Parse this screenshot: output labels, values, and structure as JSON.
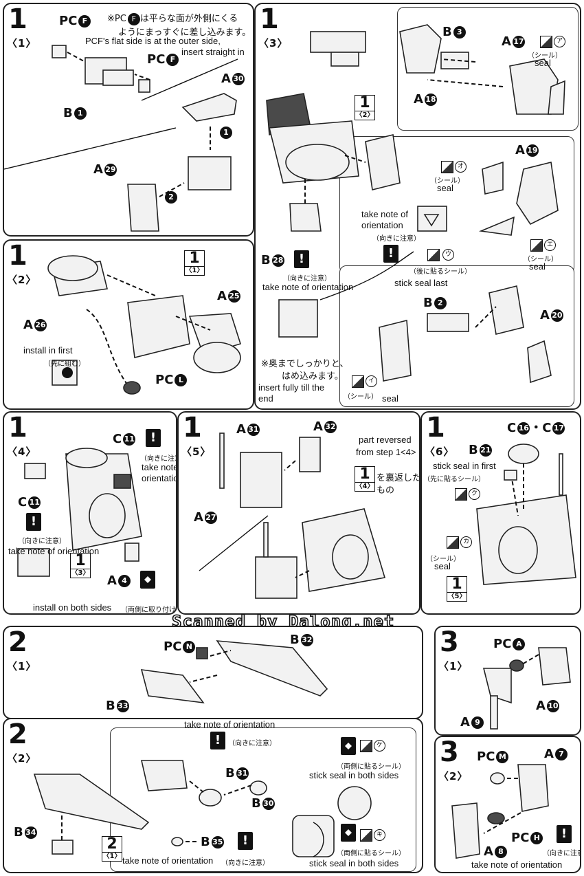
{
  "watermark": "Scanned by Dalong.net",
  "p1_1": {
    "step": "1",
    "sub": "〈1〉",
    "note_jp_1": "※PC",
    "note_jp_1_circ": "F",
    "note_jp_1_end": "は平らな面が外側にくる",
    "note_jp_2": "ようにまっすぐに差し込みます。",
    "note_en_1": "PCF's flat side is at the outer side,",
    "note_en_2": "insert straight in",
    "pc1": "PC",
    "pc1_id": "F",
    "pc2": "PC",
    "pc2_id": "F",
    "b1": "B",
    "b1_id": "1",
    "a30": "A",
    "a30_id": "30",
    "a29": "A",
    "a29_id": "29",
    "s1": "1",
    "s2": "2"
  },
  "p1_3": {
    "step": "1",
    "sub": "〈3〉",
    "b3": "B",
    "b3_id": "3",
    "a17": "A",
    "a17_id": "17",
    "a18": "A",
    "a18_id": "18",
    "seal_a": "ア",
    "seal_jp": "（シール）",
    "seal_en": "seal",
    "ref_n": "1",
    "ref_s": "〈2〉",
    "a19": "A",
    "a19_id": "19",
    "seal_o": "オ",
    "seal_o_jp": "（シール）",
    "seal_o_en": "seal",
    "orient_en": "take note of",
    "orient_en2": "orientation",
    "orient_jp": "（向きに注意）",
    "seal_e": "エ",
    "seal_e_jp": "（シール）",
    "seal_e_en": "seal",
    "seal_u": "ウ",
    "after_jp": "（後に貼るシール）",
    "after_en": "stick seal last",
    "b28": "B",
    "b28_id": "28",
    "b28_jp": "（向きに注意）",
    "b28_en": "take note of orientation",
    "b2": "B",
    "b2_id": "2",
    "a20": "A",
    "a20_id": "20",
    "insert_jp1": "※奥までしっかりと、",
    "insert_jp2": "はめ込みます。",
    "insert_en1": "insert fully till the",
    "insert_en2": "end",
    "seal_i": "イ",
    "seal_i_jp": "（シール）",
    "seal_i_en": "seal"
  },
  "p1_2": {
    "step": "1",
    "sub": "〈2〉",
    "ref_n": "1",
    "ref_s": "〈1〉",
    "a25": "A",
    "a25_id": "25",
    "a26": "A",
    "a26_id": "26",
    "first_en": "install in first",
    "first_jp": "（先に組む）",
    "pcl": "PC",
    "pcl_id": "L"
  },
  "p1_4": {
    "step": "1",
    "sub": "〈4〉",
    "c11a": "C",
    "c11a_id": "11",
    "c11a_jp": "（向きに注意）",
    "c11a_en1": "take note of",
    "c11a_en2": "orientation",
    "c11b": "C",
    "c11b_id": "11",
    "c11b_jp": "（向きに注意）",
    "c11b_en": "take note of orientation",
    "ref_n": "1",
    "ref_s": "〈3〉",
    "a4": "A",
    "a4_id": "4",
    "both_en": "install on both sides",
    "both_jp": "（両側に取り付ける）"
  },
  "p1_5": {
    "step": "1",
    "sub": "〈5〉",
    "a31": "A",
    "a31_id": "31",
    "a32": "A",
    "a32_id": "32",
    "a27": "A",
    "a27_id": "27",
    "rev_en1": "part reversed",
    "rev_en2": "from step 1<4>",
    "rev_jp1": "を裏返した",
    "rev_jp2": "もの",
    "ref_n": "1",
    "ref_s": "〈4〉"
  },
  "p1_6": {
    "step": "1",
    "sub": "〈6〉",
    "c16": "C",
    "c16_id": "16",
    "c17": "C",
    "c17_id": "17",
    "b21": "B",
    "b21_id": "21",
    "first_en": "stick seal in first",
    "first_jp": "（先に貼るシール）",
    "seal_ku": "ク",
    "seal_ka": "カ",
    "seal_jp": "（シール）",
    "seal_en": "seal",
    "ref_n": "1",
    "ref_s": "〈5〉"
  },
  "p2_1": {
    "step": "2",
    "sub": "〈1〉",
    "pcn": "PC",
    "pcn_id": "N",
    "b32": "B",
    "b32_id": "32",
    "b33": "B",
    "b33_id": "33"
  },
  "p2_2": {
    "step": "2",
    "sub": "〈2〉",
    "orient_en": "take note of orientation",
    "b31": "B",
    "b31_id": "31",
    "b31_jp": "（向きに注意）",
    "b30": "B",
    "b30_id": "30",
    "seal_ke": "ケ",
    "both_jp": "（両側に貼るシール）",
    "both_en": "stick seal in both sides",
    "seal_ki": "キ",
    "both_jp2": "（両側に貼るシール）",
    "both_en2": "stick seal in both sides",
    "b34": "B",
    "b34_id": "34",
    "b35": "B",
    "b35_id": "35",
    "b35_jp": "（向きに注意）",
    "b35_en": "take note of orientation",
    "ref_n": "2",
    "ref_s": "〈1〉"
  },
  "p3_1": {
    "step": "3",
    "sub": "〈1〉",
    "pca": "PC",
    "pca_id": "A",
    "a10": "A",
    "a10_id": "10",
    "a9": "A",
    "a9_id": "9"
  },
  "p3_2": {
    "step": "3",
    "sub": "〈2〉",
    "pcm": "PC",
    "pcm_id": "M",
    "a7": "A",
    "a7_id": "7",
    "pch": "PC",
    "pch_id": "H",
    "pch_jp": "（向きに注意）",
    "a8": "A",
    "a8_id": "8",
    "a8_en": "take note of orientation"
  }
}
